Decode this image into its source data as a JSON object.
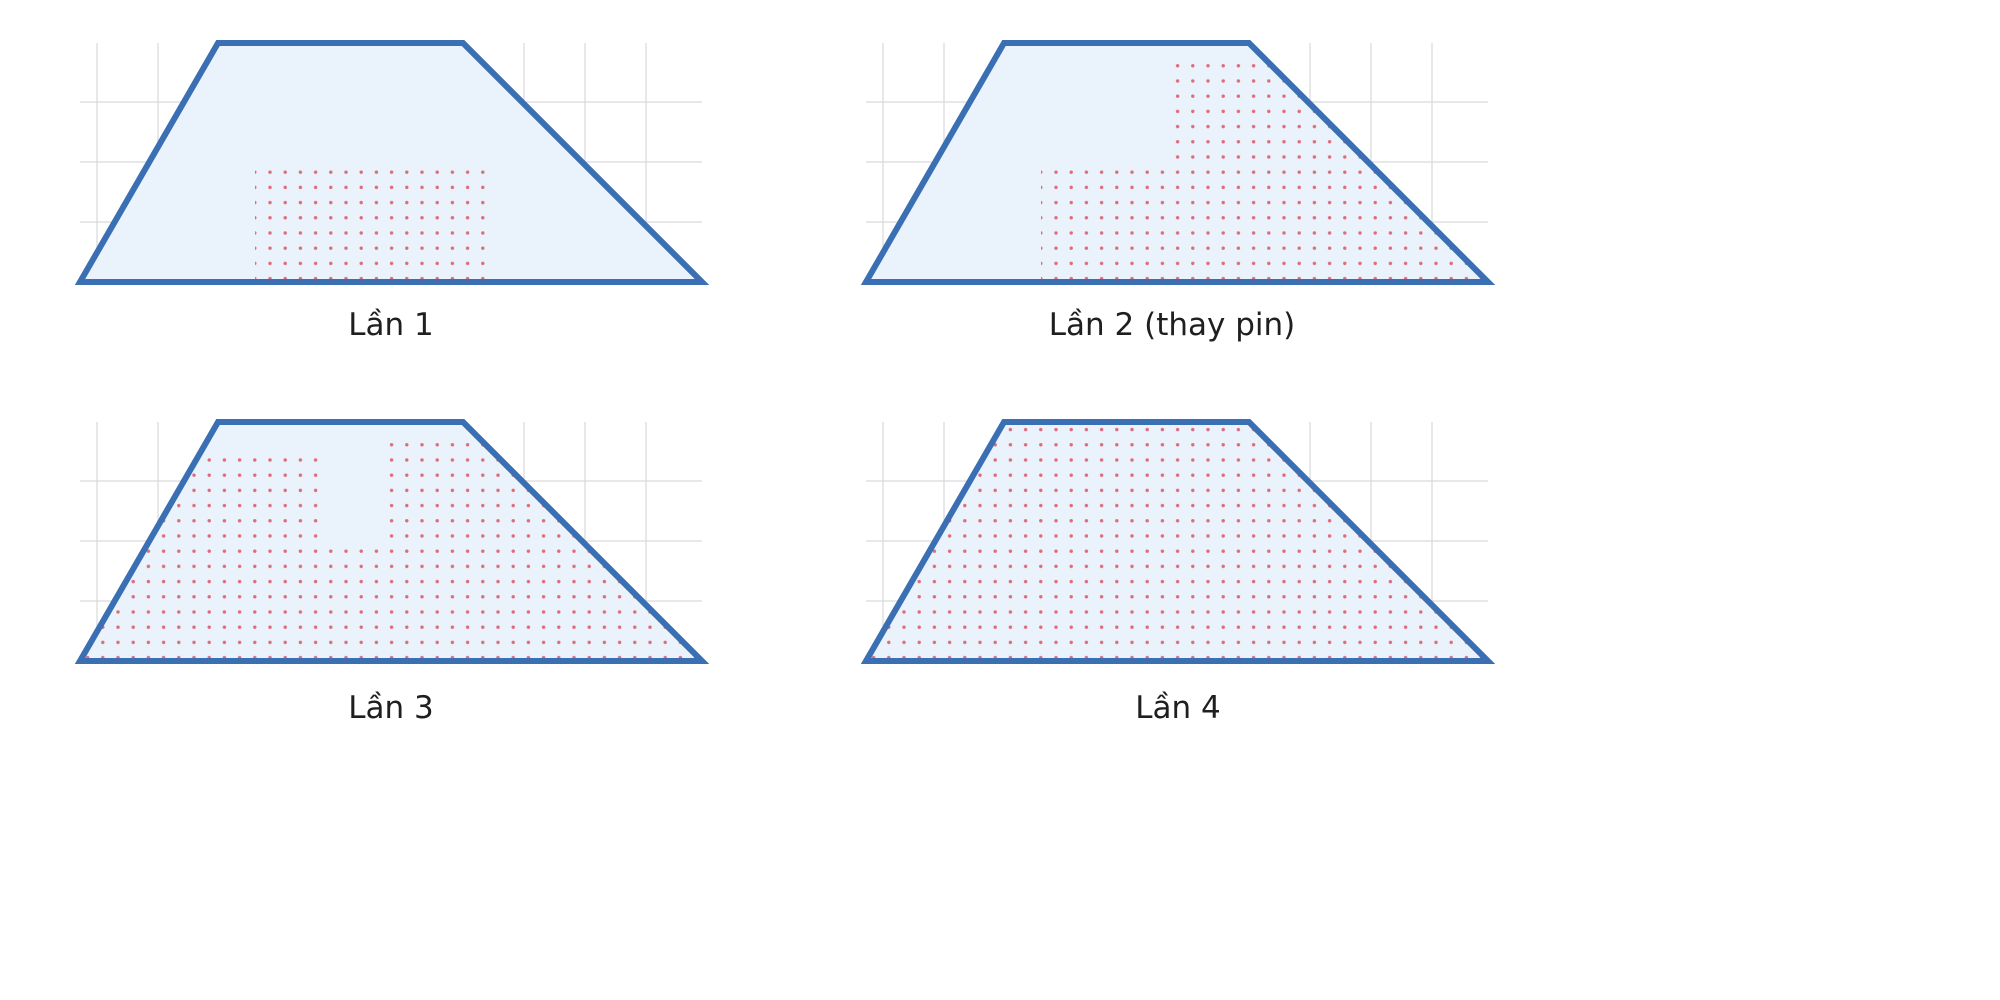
{
  "colors": {
    "outline": "#3a6fb3",
    "fill": "#eaf2fb",
    "grid": "#d9d9de",
    "dots": "#e06a78",
    "text": "#1f1f1f"
  },
  "panels": [
    {
      "caption": "Lần 1"
    },
    {
      "caption": "Lần 2 (thay pin)"
    },
    {
      "caption": "Lần 3"
    },
    {
      "caption": "Lần 4"
    }
  ]
}
